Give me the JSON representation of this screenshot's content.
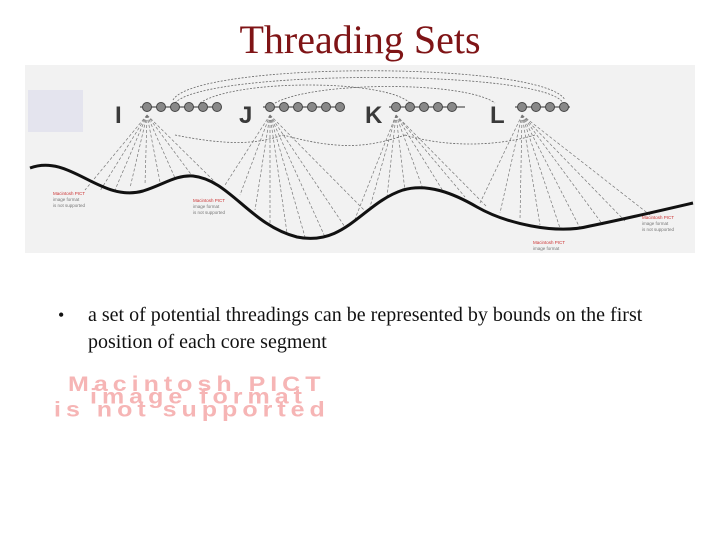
{
  "slide": {
    "title": "Threading Sets",
    "bullet": "a set of potential threadings can be represented by bounds on the first position of each core segment"
  },
  "figure": {
    "segment_labels": [
      "I",
      "J",
      "K",
      "L"
    ],
    "placeholder_note": [
      "Macintosh PICT",
      "image format",
      "is not supported"
    ]
  },
  "placeholder": {
    "lines": [
      "Macintosh PICT",
      "image format",
      "is not supported"
    ]
  },
  "colors": {
    "title": "#7f1416",
    "bead_fill": "#888888",
    "figure_bg": "#f2f2f2",
    "placeholder_text": "#f6b5b5"
  }
}
